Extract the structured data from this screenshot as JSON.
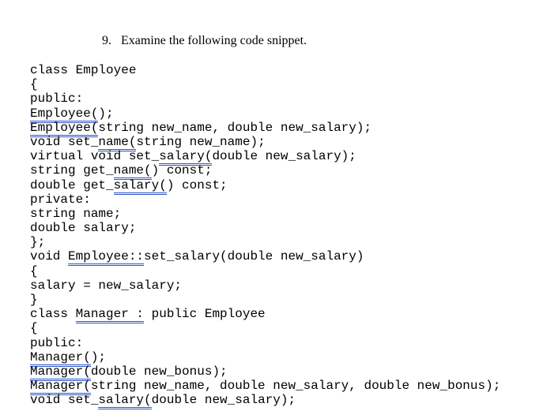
{
  "page": {
    "background": "#ffffff",
    "text_color": "#000000",
    "underline_color": "#2d55c8",
    "underline_style": "double"
  },
  "header": {
    "number": "9.",
    "title": "Examine the following code snippet."
  },
  "code": {
    "lines": [
      {
        "segments": [
          {
            "t": "class Employee",
            "u": false
          }
        ]
      },
      {
        "segments": [
          {
            "t": "{",
            "u": false
          }
        ]
      },
      {
        "segments": [
          {
            "t": "public:",
            "u": false
          }
        ]
      },
      {
        "segments": [
          {
            "t": "Employee(",
            "u": true
          },
          {
            "t": ");",
            "u": false
          }
        ]
      },
      {
        "segments": [
          {
            "t": "Employee(",
            "u": true
          },
          {
            "t": "string new_name, double new_salary);",
            "u": false
          }
        ]
      },
      {
        "segments": [
          {
            "t": "void set_",
            "u": false
          },
          {
            "t": "name(",
            "u": true
          },
          {
            "t": "string new_name);",
            "u": false
          }
        ]
      },
      {
        "segments": [
          {
            "t": "virtual void set_",
            "u": false
          },
          {
            "t": "salary(",
            "u": true
          },
          {
            "t": "double new_salary);",
            "u": false
          }
        ]
      },
      {
        "segments": [
          {
            "t": "string get_",
            "u": false
          },
          {
            "t": "name(",
            "u": true
          },
          {
            "t": ") const;",
            "u": false
          }
        ]
      },
      {
        "segments": [
          {
            "t": "double get_",
            "u": false
          },
          {
            "t": "salary(",
            "u": true
          },
          {
            "t": ") const;",
            "u": false
          }
        ]
      },
      {
        "segments": [
          {
            "t": "private:",
            "u": false
          }
        ]
      },
      {
        "segments": [
          {
            "t": "string name;",
            "u": false
          }
        ]
      },
      {
        "segments": [
          {
            "t": "double salary;",
            "u": false
          }
        ]
      },
      {
        "segments": [
          {
            "t": "};",
            "u": false
          }
        ]
      },
      {
        "segments": [
          {
            "t": "void ",
            "u": false
          },
          {
            "t": "Employee::",
            "u": true
          },
          {
            "t": "set_salary(double new_salary)",
            "u": false
          }
        ]
      },
      {
        "segments": [
          {
            "t": "{",
            "u": false
          }
        ]
      },
      {
        "segments": [
          {
            "t": "salary = new_salary;",
            "u": false
          }
        ]
      },
      {
        "segments": [
          {
            "t": "}",
            "u": false
          }
        ]
      },
      {
        "segments": [
          {
            "t": "class ",
            "u": false
          },
          {
            "t": "Manager :",
            "u": true
          },
          {
            "t": " public Employee",
            "u": false
          }
        ]
      },
      {
        "segments": [
          {
            "t": "{",
            "u": false
          }
        ]
      },
      {
        "segments": [
          {
            "t": "public:",
            "u": false
          }
        ]
      },
      {
        "segments": [
          {
            "t": "Manager(",
            "u": true
          },
          {
            "t": ");",
            "u": false
          }
        ]
      },
      {
        "segments": [
          {
            "t": "Manager(",
            "u": true
          },
          {
            "t": "double new_bonus);",
            "u": false
          }
        ]
      },
      {
        "segments": [
          {
            "t": "Manager(",
            "u": true
          },
          {
            "t": "string new_name, double new_salary, double new_bonus);",
            "u": false
          }
        ]
      },
      {
        "segments": [
          {
            "t": "void set_",
            "u": false
          },
          {
            "t": "salary(",
            "u": true
          },
          {
            "t": "double new_salary);",
            "u": false
          }
        ]
      }
    ]
  }
}
